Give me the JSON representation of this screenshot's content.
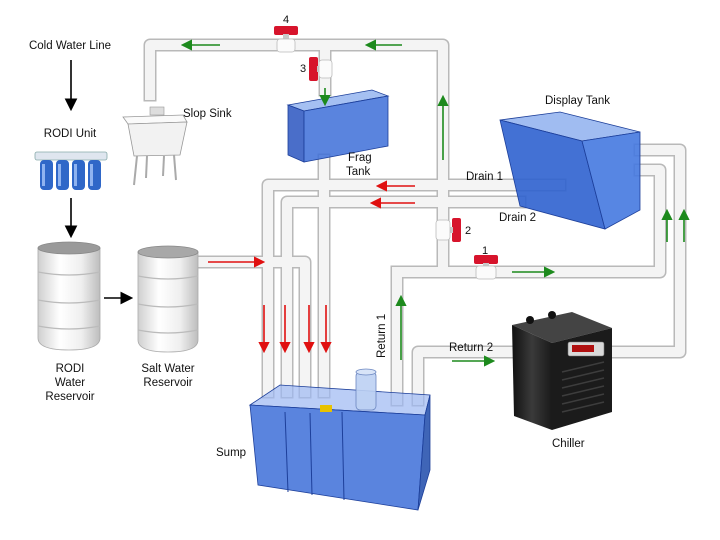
{
  "labels": {
    "cold_water_line": "Cold Water Line",
    "rodi_unit": "RODI Unit",
    "slop_sink": "Slop Sink",
    "frag_tank_1": "Frag",
    "frag_tank_2": "Tank",
    "display_tank": "Display Tank",
    "drain_1": "Drain 1",
    "drain_2": "Drain 2",
    "return_1": "Return 1",
    "return_2": "Return 2",
    "rodi_reservoir_1": "RODI",
    "rodi_reservoir_2": "Water",
    "rodi_reservoir_3": "Reservoir",
    "salt_reservoir_1": "Salt Water",
    "salt_reservoir_2": "Reservoir",
    "sump": "Sump",
    "chiller": "Chiller"
  },
  "valves": {
    "v1": "1",
    "v2": "2",
    "v3": "3",
    "v4": "4"
  },
  "colors": {
    "pipe_fill": "#f4f4f4",
    "pipe_edge": "#b9b9b9",
    "water_blue": "#3d6fd8",
    "water_dark": "#1d3f9a",
    "valve_red": "#d7142c",
    "flow_red": "#e01010",
    "flow_green": "#1d8a1d",
    "black_arrow": "#000000",
    "chiller_body": "#222222"
  }
}
